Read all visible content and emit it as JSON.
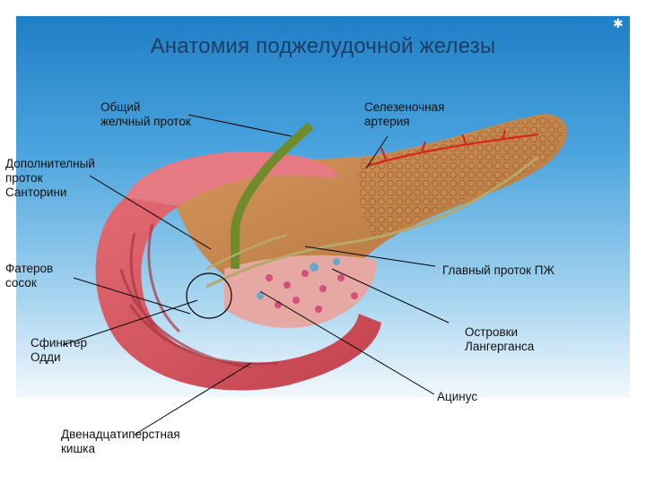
{
  "title": "Анатомия поджелудочной железы",
  "labels": {
    "common_bile_duct": "Общий\nжелчный проток",
    "splenic_artery": "Селезеночная\nартерия",
    "accessory_duct": "Дополнителный\nпроток\nСанторини",
    "vater_papilla": "Фатеров\nсосок",
    "main_duct": "Главный проток ПЖ",
    "sphincter_oddi": "Сфинктер\nОдди",
    "islets": "Островки\nЛангерганса",
    "acinus": "Ацинус",
    "duodenum": "Двенадцатиперстная\nкишка"
  },
  "colors": {
    "background_top": "#1f7fc6",
    "title": "#1f3e63",
    "duodenum": "#d9535f",
    "pancreas": "#c8894f",
    "duct": "#9aa63a"
  },
  "icons": [
    "star-bullet-icon"
  ]
}
